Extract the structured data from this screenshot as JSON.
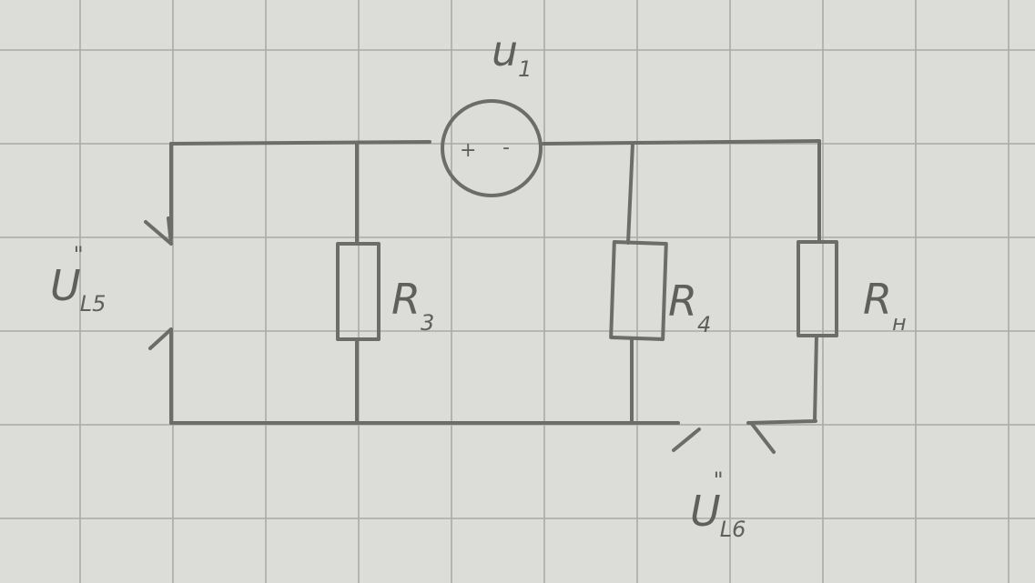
{
  "labels": {
    "source": {
      "main": "u",
      "sub": "1"
    },
    "r3": {
      "main": "R",
      "sub": "3"
    },
    "r4": {
      "main": "R",
      "sub": "4"
    },
    "rn": {
      "main": "R",
      "sub": "н"
    },
    "u_left": {
      "main": "U",
      "prime": "\"",
      "sub": "L5"
    },
    "u_right": {
      "main": "U",
      "prime": "\"",
      "sub": "L6"
    }
  },
  "source_signs": {
    "plus": "+",
    "minus": "-"
  }
}
